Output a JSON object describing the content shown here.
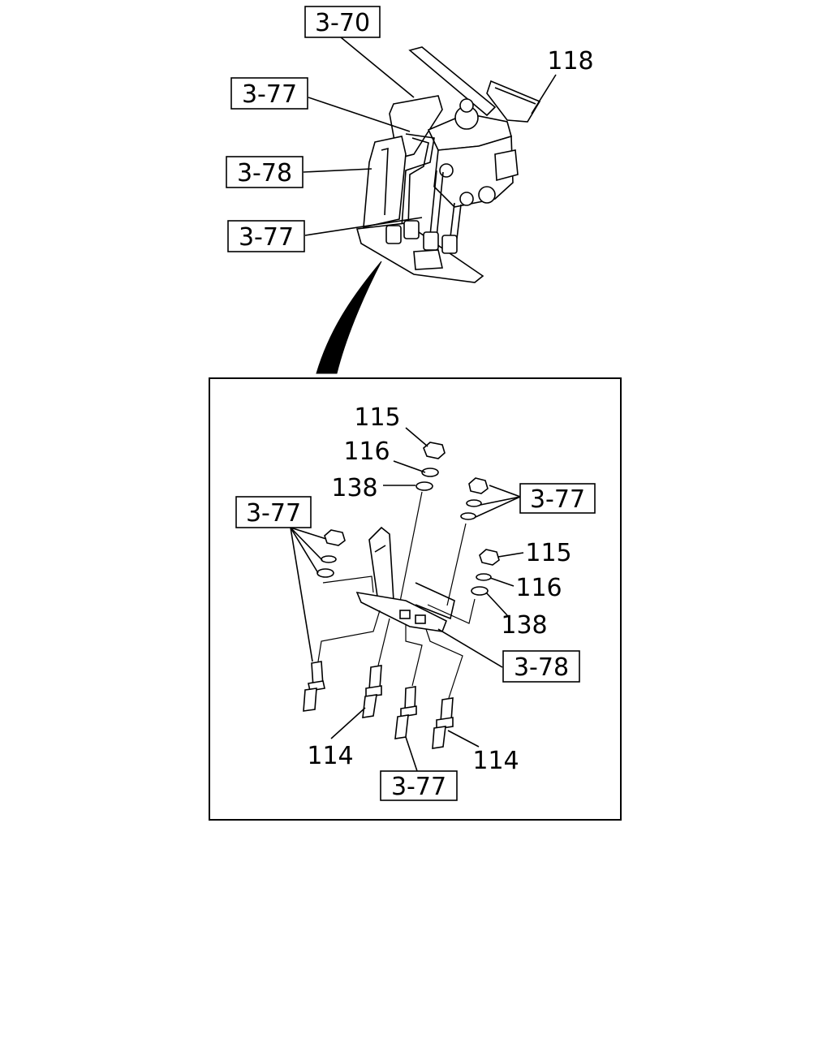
{
  "callouts": {
    "ref_3_70": "3-70",
    "ref_3_77_top_a": "3-77",
    "ref_3_78_top": "3-78",
    "ref_3_77_top_b": "3-77",
    "part_118": "118",
    "part_115_top": "115",
    "part_116_top": "116",
    "part_138_top": "138",
    "ref_3_77_left": "3-77",
    "ref_3_77_right": "3-77",
    "part_115_right": "115",
    "part_116_right": "116",
    "part_138_right": "138",
    "ref_3_78_bottom": "3-78",
    "part_114_left": "114",
    "part_114_right": "114",
    "ref_3_77_bottom": "3-77"
  }
}
